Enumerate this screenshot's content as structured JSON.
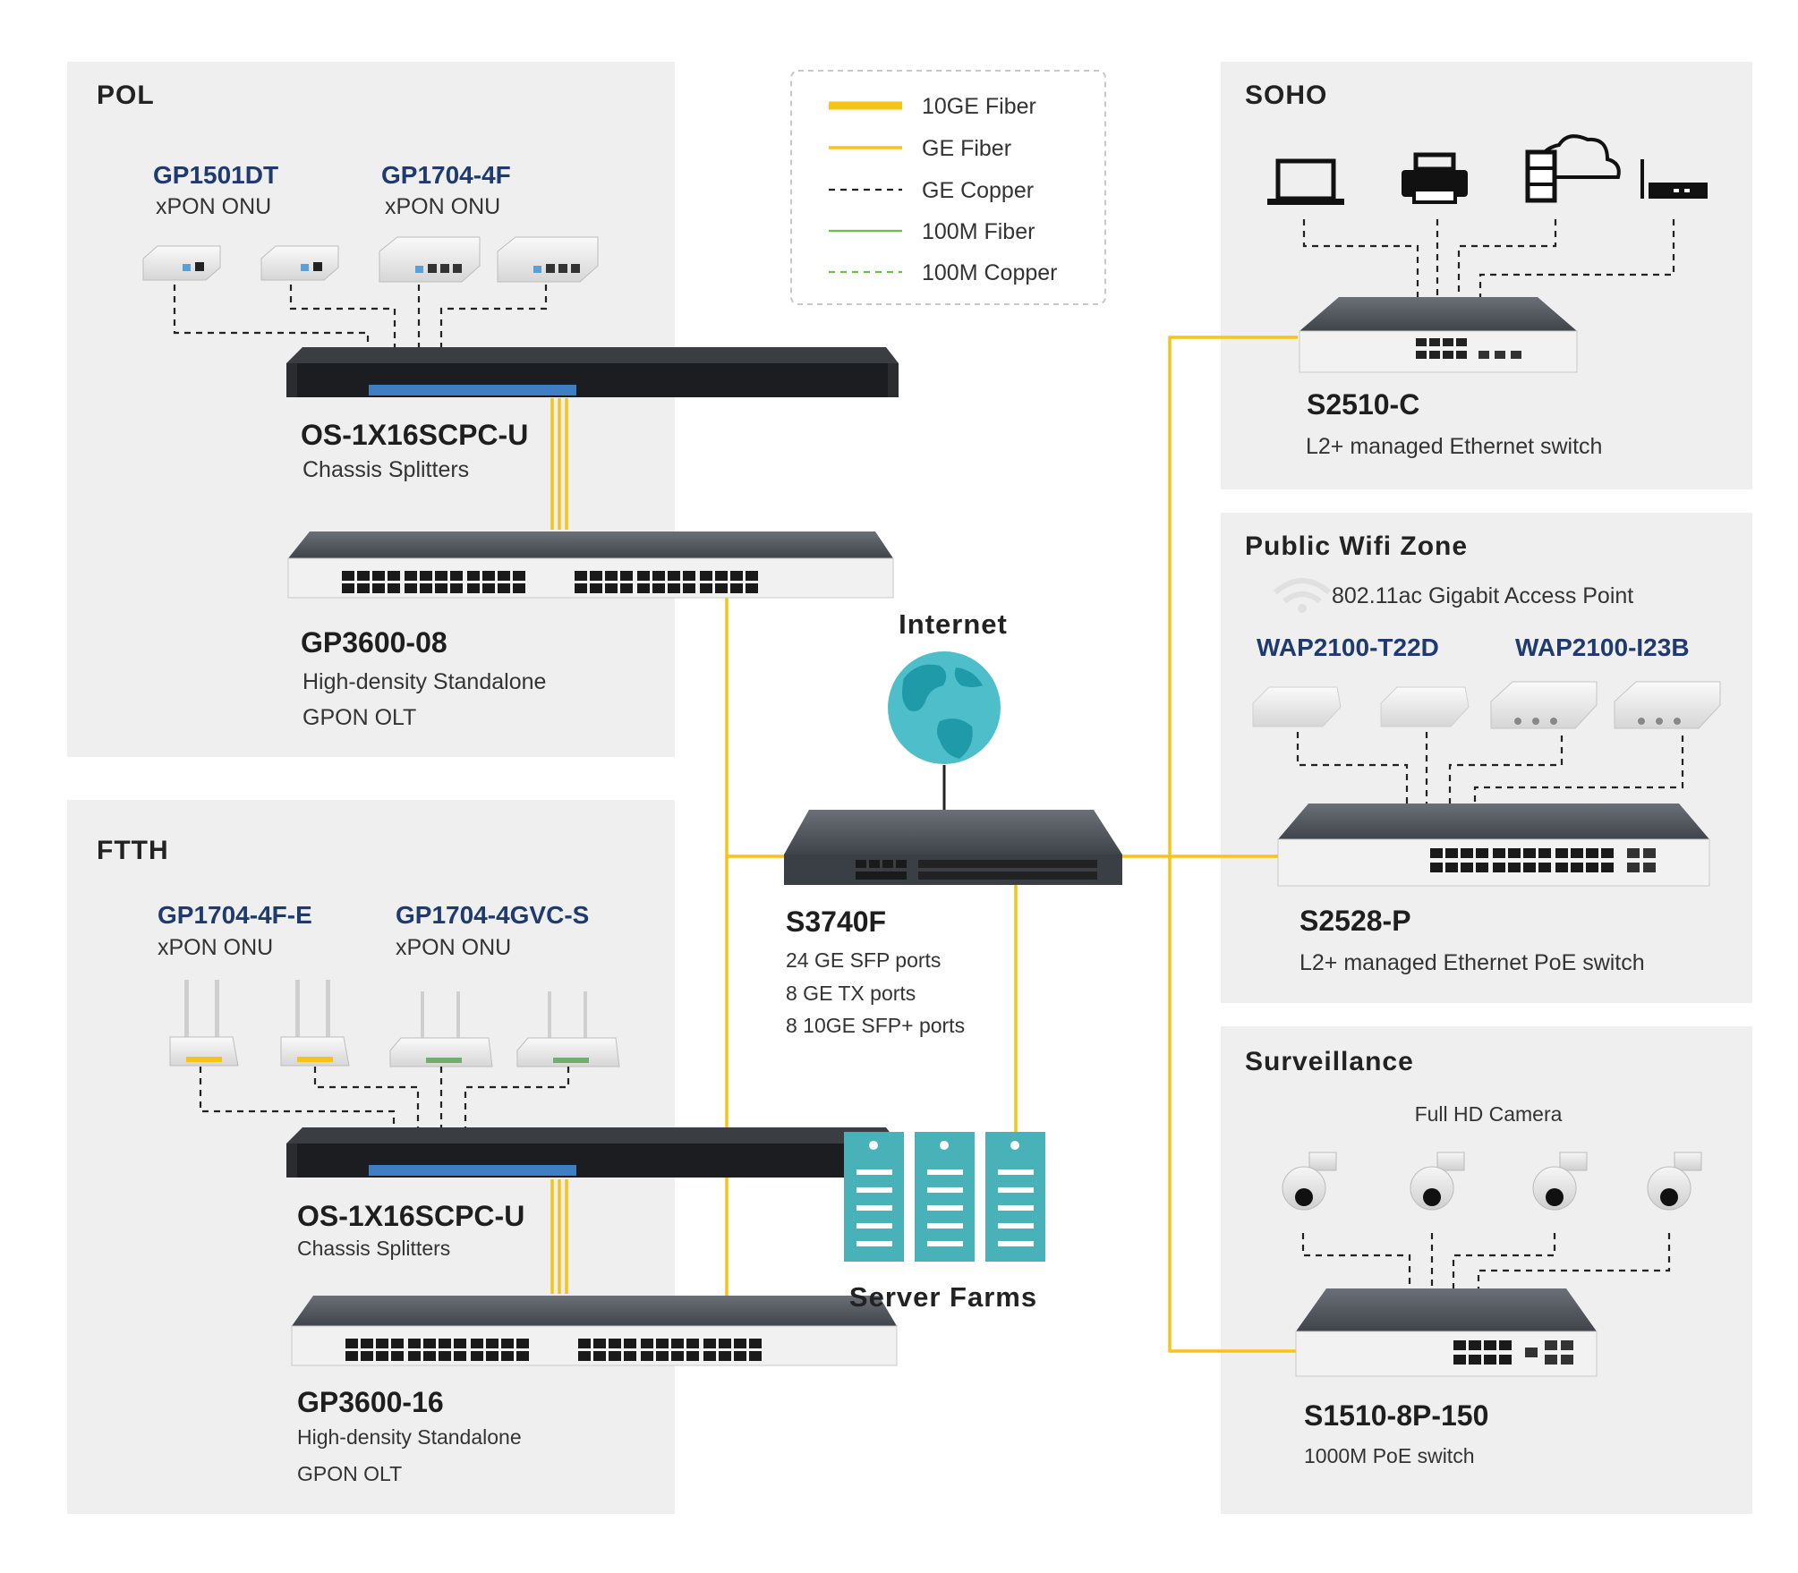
{
  "legend": {
    "items": [
      {
        "label": "10GE Fiber",
        "style": "solid-thick",
        "color": "#f6c417"
      },
      {
        "label": "GE Fiber",
        "style": "solid",
        "color": "#f6c417"
      },
      {
        "label": "GE Copper",
        "style": "dashed",
        "color": "#222222"
      },
      {
        "label": "100M Fiber",
        "style": "solid",
        "color": "#6cc04a"
      },
      {
        "label": "100M Copper",
        "style": "dashed",
        "color": "#6cc04a"
      }
    ]
  },
  "pol": {
    "title": "POL",
    "onu1": {
      "model": "GP1501DT",
      "type": "xPON ONU"
    },
    "onu2": {
      "model": "GP1704-4F",
      "type": "xPON ONU"
    },
    "splitter": {
      "model": "OS-1X16SCPC-U",
      "desc": "Chassis  Splitters"
    },
    "olt": {
      "model": "GP3600-08",
      "desc1": "High-density Standalone",
      "desc2": "GPON OLT"
    }
  },
  "ftth": {
    "title": "FTTH",
    "onu1": {
      "model": "GP1704-4F-E",
      "type": "xPON ONU"
    },
    "onu2": {
      "model": "GP1704-4GVC-S",
      "type": "xPON ONU"
    },
    "splitter": {
      "model": "OS-1X16SCPC-U",
      "desc": "Chassis  Splitters"
    },
    "olt": {
      "model": "GP3600-16",
      "desc1": "High-density Standalone",
      "desc2": "GPON OLT"
    }
  },
  "center": {
    "internet": "Internet",
    "core": {
      "model": "S3740F",
      "ports": [
        "24 GE SFP ports",
        "8 GE TX ports",
        "8 10GE SFP+ ports"
      ]
    },
    "servers": "Server Farms"
  },
  "soho": {
    "title": "SOHO",
    "icons": [
      "laptop-icon",
      "printer-icon",
      "server-cloud-icon",
      "router-icon"
    ],
    "switch": {
      "model": "S2510-C",
      "desc": "L2+ managed Ethernet  switch"
    }
  },
  "wifi": {
    "title": "Public Wifi Zone",
    "ap_desc": "802.11ac Gigabit Access Point",
    "ap1": "WAP2100-T22D",
    "ap2": "WAP2100-I23B",
    "switch": {
      "model": "S2528-P",
      "desc": "L2+ managed Ethernet  PoE switch"
    }
  },
  "surveillance": {
    "title": "Surveillance",
    "camera_desc": "Full HD Camera",
    "switch": {
      "model": "S1510-8P-150",
      "desc": "1000M PoE switch"
    }
  },
  "colors": {
    "fiber": "#f6c417",
    "panel": "#efefef",
    "globe": "#4ebfca",
    "server": "#49b1b8",
    "model_blue": "#1f3a6e"
  }
}
